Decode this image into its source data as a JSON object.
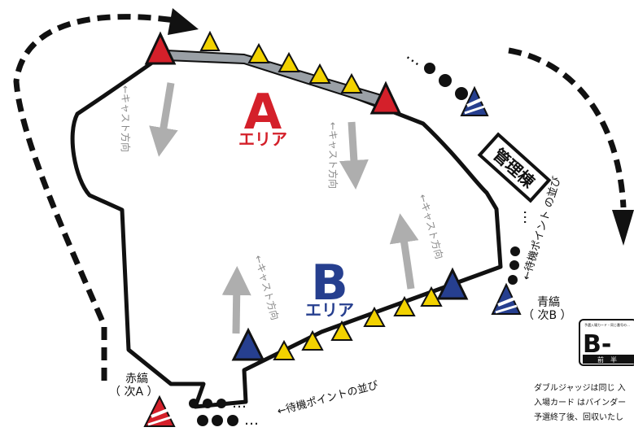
{
  "colors": {
    "line": "#111111",
    "arrow_gray": "#aeaeae",
    "arrow_text": "#8a8a8a",
    "red": "#d4202a",
    "blue": "#263f8f",
    "yellow": "#f2d200",
    "area_a": "#d4202a",
    "area_b": "#263f8f"
  },
  "areas": {
    "a_letter": "A",
    "a_label": "エリア",
    "b_letter": "B",
    "b_label": "エリア"
  },
  "cast_direction_label": "←キャスト方向",
  "building_label": "管理棟",
  "queue_labels": {
    "right": "←待機ポイント の並び",
    "bottom": "←待機ポイントの並び"
  },
  "ellipsis": "…",
  "markers": {
    "blue_stripe": {
      "name": "青縞",
      "next": "（ 次B ）"
    },
    "red_stripe": {
      "name": "赤縞",
      "next": "（ 次A ）"
    }
  },
  "card": {
    "header": "予選入場カード・同じ番号の…",
    "code": "B-",
    "footer": "前　半"
  },
  "notes": [
    "ダブルジャッジは同じ 入",
    "入場カード はバインダー",
    "予選終了後、回収いたし"
  ]
}
